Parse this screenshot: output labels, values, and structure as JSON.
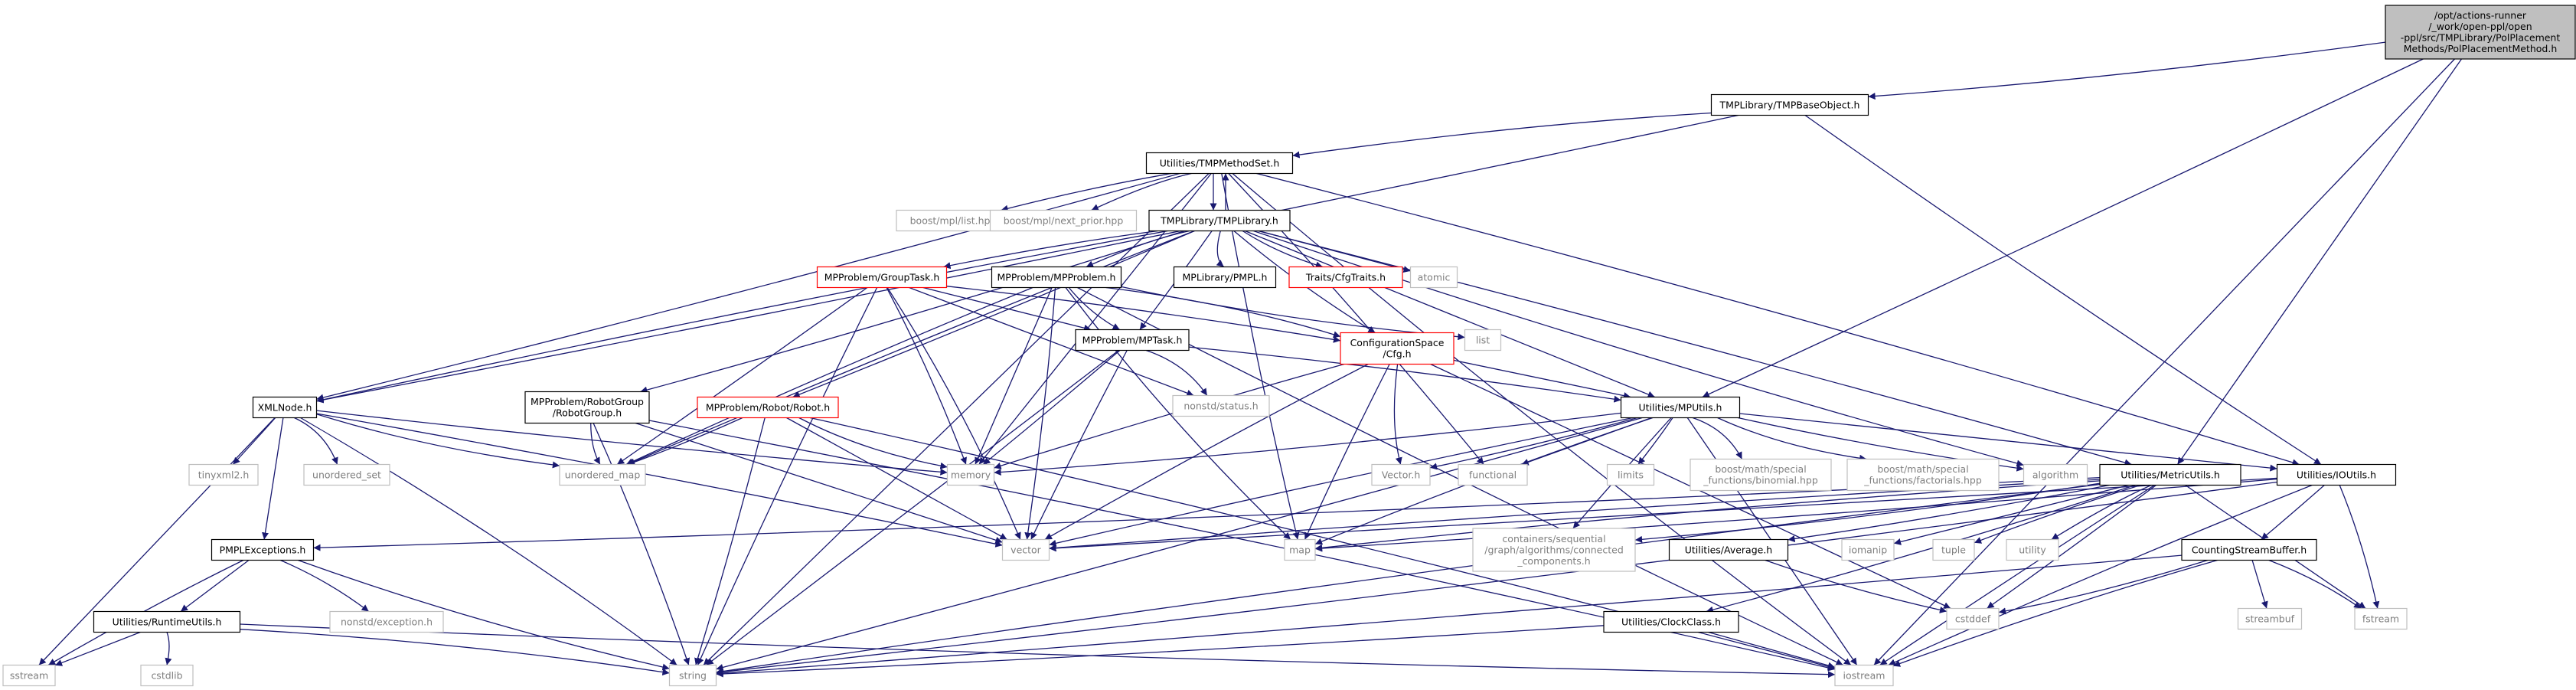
{
  "diagram": {
    "nodes": [
      {
        "id": "root",
        "kind": "root",
        "lines": [
          "/opt/actions-runner",
          "/_work/open-ppl/open",
          "-ppl/src/TMPLibrary/PolPlacement",
          "Methods/PolPlacementMethod.h"
        ]
      },
      {
        "id": "tmpbaseobject",
        "kind": "file",
        "lines": [
          "TMPLibrary/TMPBaseObject.h"
        ]
      },
      {
        "id": "tmpmethodset",
        "kind": "file",
        "lines": [
          "Utilities/TMPMethodSet.h"
        ]
      },
      {
        "id": "tmplibrary",
        "kind": "file",
        "lines": [
          "TMPLibrary/TMPLibrary.h"
        ]
      },
      {
        "id": "boost_list",
        "kind": "sys",
        "lines": [
          "boost/mpl/list.hpp"
        ]
      },
      {
        "id": "boost_next_prior",
        "kind": "sys",
        "lines": [
          "boost/mpl/next_prior.hpp"
        ]
      },
      {
        "id": "grouptask",
        "kind": "red",
        "lines": [
          "MPProblem/GroupTask.h"
        ]
      },
      {
        "id": "mpproblem",
        "kind": "file",
        "lines": [
          "MPProblem/MPProblem.h"
        ]
      },
      {
        "id": "pmpl_h",
        "kind": "file",
        "lines": [
          "MPLibrary/PMPL.h"
        ]
      },
      {
        "id": "cfgtraits",
        "kind": "red",
        "lines": [
          "Traits/CfgTraits.h"
        ]
      },
      {
        "id": "atomic",
        "kind": "sys",
        "lines": [
          "atomic"
        ]
      },
      {
        "id": "cfg",
        "kind": "red",
        "lines": [
          "ConfigurationSpace",
          "/Cfg.h"
        ]
      },
      {
        "id": "list",
        "kind": "sys",
        "lines": [
          "list"
        ]
      },
      {
        "id": "mptask",
        "kind": "file",
        "lines": [
          "MPProblem/MPTask.h"
        ]
      },
      {
        "id": "nonstd_status",
        "kind": "sys",
        "lines": [
          "nonstd/status.h"
        ]
      },
      {
        "id": "xmlnode",
        "kind": "file",
        "lines": [
          "XMLNode.h"
        ]
      },
      {
        "id": "robotgroup",
        "kind": "file",
        "lines": [
          "MPProblem/RobotGroup",
          "/RobotGroup.h"
        ]
      },
      {
        "id": "robot",
        "kind": "red",
        "lines": [
          "MPProblem/Robot/Robot.h"
        ]
      },
      {
        "id": "mputils",
        "kind": "file",
        "lines": [
          "Utilities/MPUtils.h"
        ]
      },
      {
        "id": "tinyxml2",
        "kind": "sys",
        "lines": [
          "tinyxml2.h"
        ]
      },
      {
        "id": "unordered_set",
        "kind": "sys",
        "lines": [
          "unordered_set"
        ]
      },
      {
        "id": "unordered_map",
        "kind": "sys",
        "lines": [
          "unordered_map"
        ]
      },
      {
        "id": "memory",
        "kind": "sys",
        "lines": [
          "memory"
        ]
      },
      {
        "id": "vector_h",
        "kind": "sys",
        "lines": [
          "Vector.h"
        ]
      },
      {
        "id": "functional",
        "kind": "sys",
        "lines": [
          "functional"
        ]
      },
      {
        "id": "limits",
        "kind": "sys",
        "lines": [
          "limits"
        ]
      },
      {
        "id": "binomial",
        "kind": "sys",
        "lines": [
          "boost/math/special",
          "_functions/binomial.hpp"
        ]
      },
      {
        "id": "factorials",
        "kind": "sys",
        "lines": [
          "boost/math/special",
          "_functions/factorials.hpp"
        ]
      },
      {
        "id": "algorithm",
        "kind": "sys",
        "lines": [
          "algorithm"
        ]
      },
      {
        "id": "metricutils",
        "kind": "file",
        "lines": [
          "Utilities/MetricUtils.h"
        ]
      },
      {
        "id": "ioutils",
        "kind": "file",
        "lines": [
          "Utilities/IOUtils.h"
        ]
      },
      {
        "id": "pmplexceptions",
        "kind": "file",
        "lines": [
          "PMPLExceptions.h"
        ]
      },
      {
        "id": "vector",
        "kind": "sys",
        "lines": [
          "vector"
        ]
      },
      {
        "id": "map",
        "kind": "sys",
        "lines": [
          "map"
        ]
      },
      {
        "id": "connected",
        "kind": "sys",
        "lines": [
          "containers/sequential",
          "/graph/algorithms/connected",
          "_components.h"
        ]
      },
      {
        "id": "average",
        "kind": "file",
        "lines": [
          "Utilities/Average.h"
        ]
      },
      {
        "id": "iomanip",
        "kind": "sys",
        "lines": [
          "iomanip"
        ]
      },
      {
        "id": "tuple",
        "kind": "sys",
        "lines": [
          "tuple"
        ]
      },
      {
        "id": "utility",
        "kind": "sys",
        "lines": [
          "utility"
        ]
      },
      {
        "id": "countingstreambuffer",
        "kind": "file",
        "lines": [
          "CountingStreamBuffer.h"
        ]
      },
      {
        "id": "runtimeutils",
        "kind": "file",
        "lines": [
          "Utilities/RuntimeUtils.h"
        ]
      },
      {
        "id": "nonstd_exception",
        "kind": "sys",
        "lines": [
          "nonstd/exception.h"
        ]
      },
      {
        "id": "clockclass",
        "kind": "file",
        "lines": [
          "Utilities/ClockClass.h"
        ]
      },
      {
        "id": "cstddef",
        "kind": "sys",
        "lines": [
          "cstddef"
        ]
      },
      {
        "id": "streambuf",
        "kind": "sys",
        "lines": [
          "streambuf"
        ]
      },
      {
        "id": "fstream",
        "kind": "sys",
        "lines": [
          "fstream"
        ]
      },
      {
        "id": "sstream",
        "kind": "sys",
        "lines": [
          "sstream"
        ]
      },
      {
        "id": "cstdlib",
        "kind": "sys",
        "lines": [
          "cstdlib"
        ]
      },
      {
        "id": "string",
        "kind": "sys",
        "lines": [
          "string"
        ]
      },
      {
        "id": "iostream",
        "kind": "sys",
        "lines": [
          "iostream"
        ]
      }
    ],
    "edges": [
      [
        "root",
        "tmpbaseobject"
      ],
      [
        "root",
        "mputils"
      ],
      [
        "root",
        "metricutils"
      ],
      [
        "root",
        "iostream"
      ],
      [
        "tmpbaseobject",
        "tmpmethodset"
      ],
      [
        "tmpbaseobject",
        "xmlnode"
      ],
      [
        "tmpbaseobject",
        "ioutils"
      ],
      [
        "tmpmethodset",
        "tmplibrary"
      ],
      [
        "tmpmethodset",
        "boost_list"
      ],
      [
        "tmpmethodset",
        "boost_next_prior"
      ],
      [
        "tmpmethodset",
        "xmlnode"
      ],
      [
        "tmpmethodset",
        "string"
      ],
      [
        "tmpmethodset",
        "memory"
      ],
      [
        "tmpmethodset",
        "functional"
      ],
      [
        "tmpmethodset",
        "ioutils"
      ],
      [
        "tmpmethodset",
        "iostream"
      ],
      [
        "tmpmethodset",
        "map"
      ],
      [
        "tmplibrary",
        "tmpmethodset"
      ],
      [
        "tmplibrary",
        "grouptask"
      ],
      [
        "tmplibrary",
        "mpproblem"
      ],
      [
        "tmplibrary",
        "pmpl_h"
      ],
      [
        "tmplibrary",
        "cfgtraits"
      ],
      [
        "tmplibrary",
        "atomic"
      ],
      [
        "tmplibrary",
        "mptask"
      ],
      [
        "tmplibrary",
        "xmlnode"
      ],
      [
        "tmplibrary",
        "robotgroup"
      ],
      [
        "tmplibrary",
        "robot"
      ],
      [
        "tmplibrary",
        "mputils"
      ],
      [
        "tmplibrary",
        "metricutils"
      ],
      [
        "tmplibrary",
        "unordered_map"
      ],
      [
        "tmplibrary",
        "algorithm"
      ],
      [
        "tmplibrary",
        "cfg"
      ],
      [
        "grouptask",
        "mptask"
      ],
      [
        "grouptask",
        "memory"
      ],
      [
        "grouptask",
        "vector"
      ],
      [
        "grouptask",
        "string"
      ],
      [
        "grouptask",
        "unordered_map"
      ],
      [
        "grouptask",
        "nonstd_status"
      ],
      [
        "grouptask",
        "cfg"
      ],
      [
        "mpproblem",
        "cfg"
      ],
      [
        "mpproblem",
        "list"
      ],
      [
        "mpproblem",
        "mptask"
      ],
      [
        "mpproblem",
        "memory"
      ],
      [
        "mpproblem",
        "vector"
      ],
      [
        "mpproblem",
        "unordered_map"
      ],
      [
        "mpproblem",
        "map"
      ],
      [
        "mpproblem",
        "iostream"
      ],
      [
        "cfg",
        "mputils"
      ],
      [
        "cfg",
        "memory"
      ],
      [
        "cfg",
        "vector"
      ],
      [
        "cfg",
        "vector_h"
      ],
      [
        "cfg",
        "map"
      ],
      [
        "cfg",
        "cstddef"
      ],
      [
        "mptask",
        "mputils"
      ],
      [
        "mptask",
        "nonstd_status"
      ],
      [
        "mptask",
        "memory"
      ],
      [
        "mptask",
        "vector"
      ],
      [
        "mptask",
        "string"
      ],
      [
        "xmlnode",
        "tinyxml2"
      ],
      [
        "xmlnode",
        "unordered_set"
      ],
      [
        "xmlnode",
        "unordered_map"
      ],
      [
        "xmlnode",
        "memory"
      ],
      [
        "xmlnode",
        "pmplexceptions"
      ],
      [
        "xmlnode",
        "vector"
      ],
      [
        "xmlnode",
        "string"
      ],
      [
        "xmlnode",
        "sstream"
      ],
      [
        "robotgroup",
        "unordered_map"
      ],
      [
        "robotgroup",
        "vector"
      ],
      [
        "robotgroup",
        "string"
      ],
      [
        "robotgroup",
        "iostream"
      ],
      [
        "robot",
        "memory"
      ],
      [
        "robot",
        "unordered_map"
      ],
      [
        "robot",
        "vector"
      ],
      [
        "robot",
        "string"
      ],
      [
        "robot",
        "iostream"
      ],
      [
        "mputils",
        "memory"
      ],
      [
        "mputils",
        "vector_h"
      ],
      [
        "mputils",
        "functional"
      ],
      [
        "mputils",
        "limits"
      ],
      [
        "mputils",
        "binomial"
      ],
      [
        "mputils",
        "factorials"
      ],
      [
        "mputils",
        "algorithm"
      ],
      [
        "mputils",
        "ioutils"
      ],
      [
        "mputils",
        "vector"
      ],
      [
        "mputils",
        "map"
      ],
      [
        "mputils",
        "connected"
      ],
      [
        "mputils",
        "string"
      ],
      [
        "mputils",
        "iostream"
      ],
      [
        "metricutils",
        "vector"
      ],
      [
        "metricutils",
        "map"
      ],
      [
        "metricutils",
        "connected"
      ],
      [
        "metricutils",
        "average"
      ],
      [
        "metricutils",
        "iomanip"
      ],
      [
        "metricutils",
        "tuple"
      ],
      [
        "metricutils",
        "utility"
      ],
      [
        "metricutils",
        "clockclass"
      ],
      [
        "metricutils",
        "cstddef"
      ],
      [
        "metricutils",
        "fstream"
      ],
      [
        "metricutils",
        "iostream"
      ],
      [
        "metricutils",
        "string"
      ],
      [
        "metricutils",
        "pmplexceptions"
      ],
      [
        "ioutils",
        "countingstreambuffer"
      ],
      [
        "ioutils",
        "vector"
      ],
      [
        "ioutils",
        "fstream"
      ],
      [
        "ioutils",
        "iostream"
      ],
      [
        "ioutils",
        "string"
      ],
      [
        "ioutils",
        "map"
      ],
      [
        "pmplexceptions",
        "runtimeutils"
      ],
      [
        "pmplexceptions",
        "nonstd_exception"
      ],
      [
        "pmplexceptions",
        "sstream"
      ],
      [
        "pmplexceptions",
        "string"
      ],
      [
        "average",
        "cstddef"
      ],
      [
        "countingstreambuffer",
        "streambuf"
      ],
      [
        "countingstreambuffer",
        "fstream"
      ],
      [
        "countingstreambuffer",
        "iostream"
      ],
      [
        "countingstreambuffer",
        "cstddef"
      ],
      [
        "countingstreambuffer",
        "string"
      ],
      [
        "runtimeutils",
        "sstream"
      ],
      [
        "runtimeutils",
        "cstdlib"
      ],
      [
        "runtimeutils",
        "string"
      ],
      [
        "runtimeutils",
        "iostream"
      ],
      [
        "clockclass",
        "string"
      ],
      [
        "clockclass",
        "iostream"
      ]
    ]
  }
}
